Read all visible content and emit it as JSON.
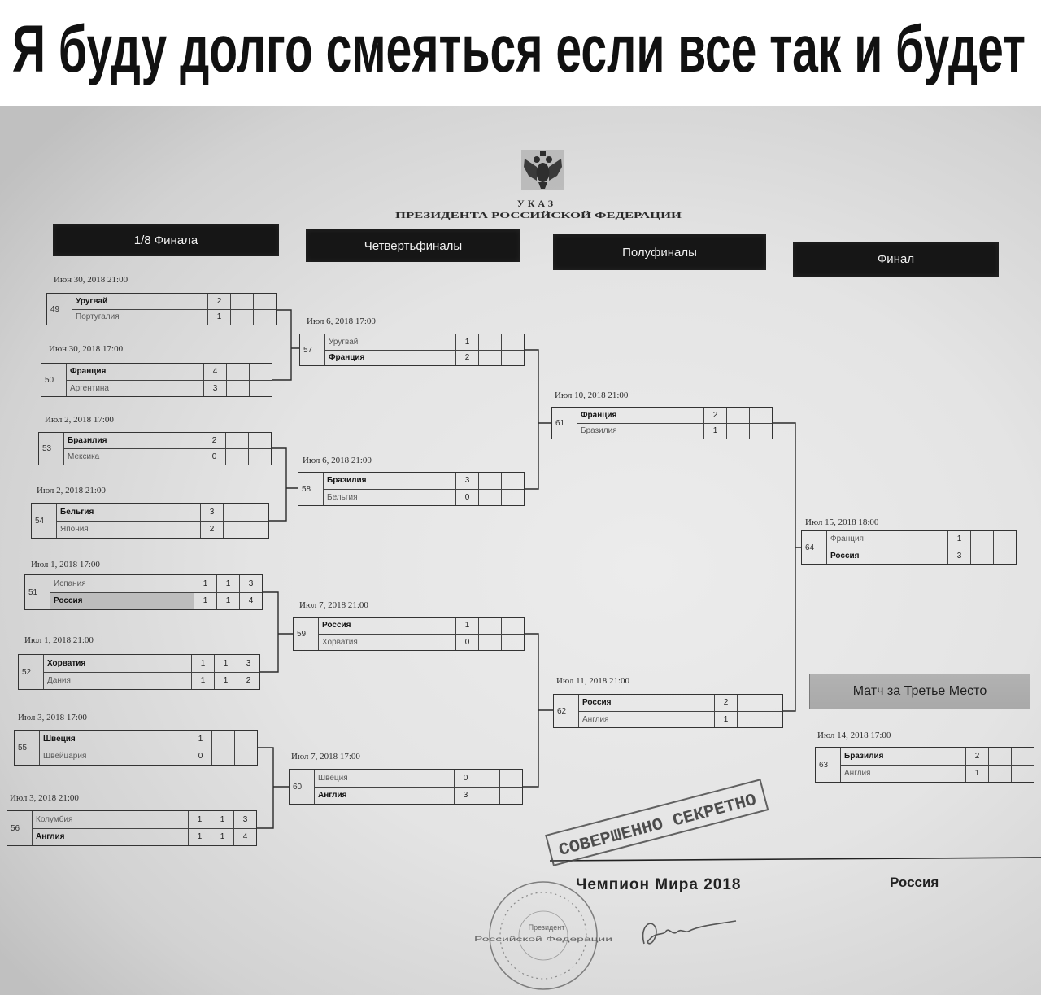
{
  "caption": "Я буду долго смеяться если все так и будет",
  "colors": {
    "header_bg": "#161616",
    "header_text": "#f2f2f2",
    "third_place_bg": "#a9a9a9",
    "ink": "#222222"
  },
  "document": {
    "emblem_icon": "coat-of-arms-icon",
    "decree_title": "УКАЗ",
    "decree_issuer": "ПРЕЗИДЕНТА РОССИЙСКОЙ ФЕДЕРАЦИИ",
    "rounds": [
      "1/8 Финала",
      "Четвертьфиналы",
      "Полуфиналы",
      "Финал"
    ],
    "third_place_label": "Матч за Третье Место",
    "matches": [
      {
        "number": "49",
        "date": "Июн 30, 2018 21:00",
        "teams": [
          {
            "name": "Уругвай",
            "scores": [
              2
            ],
            "winner": true
          },
          {
            "name": "Португалия",
            "scores": [
              1
            ]
          }
        ]
      },
      {
        "number": "50",
        "date": "Июн 30, 2018 17:00",
        "teams": [
          {
            "name": "Франция",
            "scores": [
              4
            ],
            "winner": true
          },
          {
            "name": "Аргентина",
            "scores": [
              3
            ]
          }
        ]
      },
      {
        "number": "53",
        "date": "Июл 2, 2018 17:00",
        "teams": [
          {
            "name": "Бразилия",
            "scores": [
              2
            ],
            "winner": true
          },
          {
            "name": "Мексика",
            "scores": [
              0
            ]
          }
        ]
      },
      {
        "number": "54",
        "date": "Июл 2, 2018 21:00",
        "teams": [
          {
            "name": "Бельгия",
            "scores": [
              3
            ],
            "winner": true
          },
          {
            "name": "Япония",
            "scores": [
              2
            ]
          }
        ]
      },
      {
        "number": "51",
        "date": "Июл 1, 2018 17:00",
        "teams": [
          {
            "name": "Испания",
            "scores": [
              1,
              1,
              3
            ]
          },
          {
            "name": "Россия",
            "scores": [
              1,
              1,
              4
            ],
            "winner": true,
            "shaded": true
          }
        ]
      },
      {
        "number": "52",
        "date": "Июл 1, 2018 21:00",
        "teams": [
          {
            "name": "Хорватия",
            "scores": [
              1,
              1,
              3
            ],
            "winner": true
          },
          {
            "name": "Дания",
            "scores": [
              1,
              1,
              2
            ]
          }
        ]
      },
      {
        "number": "55",
        "date": "Июл 3, 2018 17:00",
        "teams": [
          {
            "name": "Швеция",
            "scores": [
              1
            ],
            "winner": true
          },
          {
            "name": "Швейцария",
            "scores": [
              0
            ]
          }
        ]
      },
      {
        "number": "56",
        "date": "Июл 3, 2018 21:00",
        "teams": [
          {
            "name": "Колумбия",
            "scores": [
              1,
              1,
              3
            ]
          },
          {
            "name": "Англия",
            "scores": [
              1,
              1,
              4
            ],
            "winner": true
          }
        ]
      },
      {
        "number": "57",
        "date": "Июл 6, 2018 17:00",
        "teams": [
          {
            "name": "Уругвай",
            "scores": [
              1
            ]
          },
          {
            "name": "Франция",
            "scores": [
              2
            ],
            "winner": true
          }
        ]
      },
      {
        "number": "58",
        "date": "Июл 6, 2018 21:00",
        "teams": [
          {
            "name": "Бразилия",
            "scores": [
              3
            ],
            "winner": true
          },
          {
            "name": "Бельгия",
            "scores": [
              0
            ]
          }
        ]
      },
      {
        "number": "59",
        "date": "Июл 7, 2018 21:00",
        "teams": [
          {
            "name": "Россия",
            "scores": [
              1
            ],
            "winner": true
          },
          {
            "name": "Хорватия",
            "scores": [
              0
            ]
          }
        ]
      },
      {
        "number": "60",
        "date": "Июл 7, 2018 17:00",
        "teams": [
          {
            "name": "Швеция",
            "scores": [
              0
            ]
          },
          {
            "name": "Англия",
            "scores": [
              3
            ],
            "winner": true
          }
        ]
      },
      {
        "number": "61",
        "date": "Июл 10, 2018 21:00",
        "teams": [
          {
            "name": "Франция",
            "scores": [
              2
            ],
            "winner": true
          },
          {
            "name": "Бразилия",
            "scores": [
              1
            ]
          }
        ]
      },
      {
        "number": "62",
        "date": "Июл 11, 2018 21:00",
        "teams": [
          {
            "name": "Россия",
            "scores": [
              2
            ],
            "winner": true
          },
          {
            "name": "Англия",
            "scores": [
              1
            ]
          }
        ]
      },
      {
        "number": "64",
        "date": "Июл 15, 2018 18:00",
        "teams": [
          {
            "name": "Франция",
            "scores": [
              1
            ]
          },
          {
            "name": "Россия",
            "scores": [
              3
            ],
            "winner": true
          }
        ]
      },
      {
        "number": "63",
        "date": "Июл 14, 2018 17:00",
        "teams": [
          {
            "name": "Бразилия",
            "scores": [
              2
            ],
            "winner": true
          },
          {
            "name": "Англия",
            "scores": [
              1
            ]
          }
        ]
      }
    ],
    "stamp": "СОВЕРШЕННО СЕКРЕТНО",
    "champion_label": "Чемпион Мира 2018",
    "champion": "Россия",
    "seal": {
      "line1": "Президент",
      "line2": "Российской Федерации"
    },
    "signature_icon": "signature-icon"
  }
}
